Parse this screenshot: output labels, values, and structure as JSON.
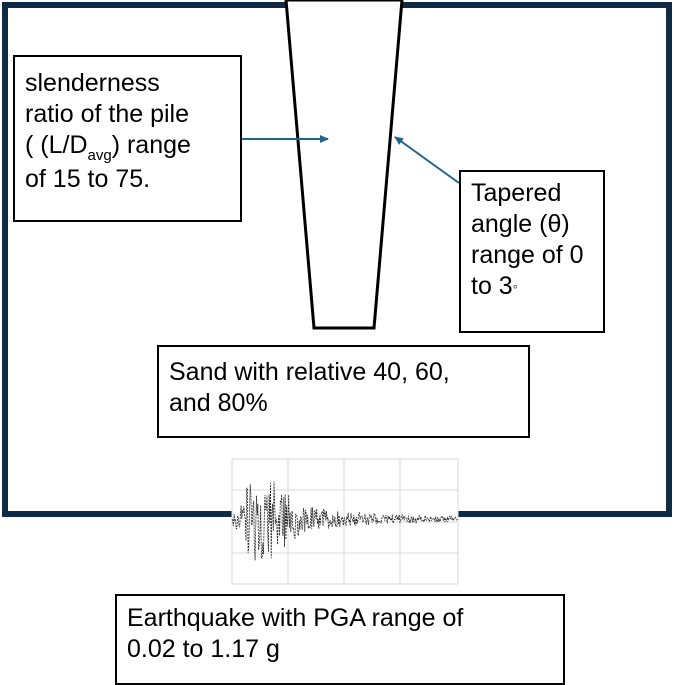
{
  "slenderness": {
    "line1": "slenderness",
    "line2": "ratio of the pile",
    "line3_prefix": "( (L/D",
    "line3_sub": "avg",
    "line3_suffix": ") range",
    "line4": "of 15 to 75."
  },
  "taper": {
    "line1": "Tapered",
    "line2": "angle (θ)",
    "line3": "range of 0",
    "line4_prefix": "to 3",
    "line4_degree": "◦"
  },
  "sand": {
    "line1": "Sand with relative 40, 60,",
    "line2": "and 80%"
  },
  "earthquake": {
    "line1": "Earthquake with PGA range of",
    "line2": "0.02 to 1.17 g"
  },
  "colors": {
    "frame": "#0f2a44",
    "arrow": "#1f6391",
    "box_border": "#000000",
    "grid": "#d9d9d9"
  }
}
